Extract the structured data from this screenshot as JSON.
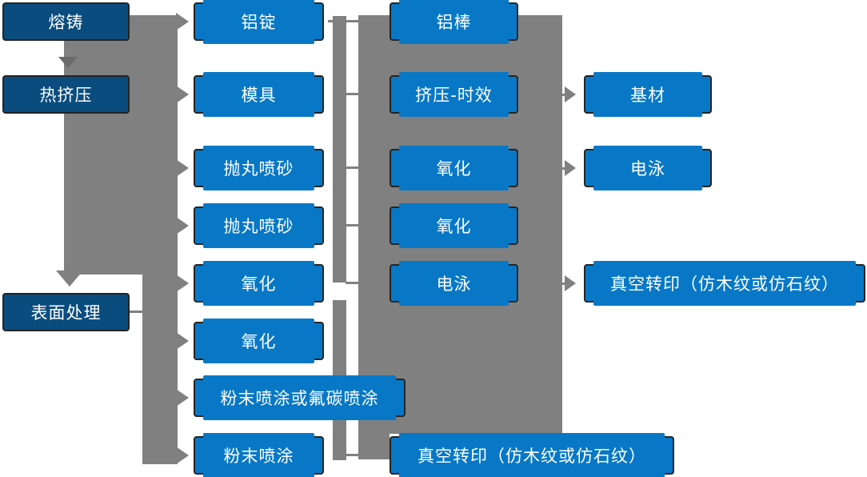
{
  "diagram": {
    "type": "flowchart",
    "nodes": [
      {
        "id": "melting-casting",
        "label": "熔铸"
      },
      {
        "id": "hot-extrusion",
        "label": "热挤压"
      },
      {
        "id": "surface-treatment",
        "label": "表面处理"
      },
      {
        "id": "aluminum-ingot",
        "label": "铝锭"
      },
      {
        "id": "mold",
        "label": "模具"
      },
      {
        "id": "shot-blasting-sandblasting-1",
        "label": "抛丸喷砂"
      },
      {
        "id": "shot-blasting-sandblasting-2",
        "label": "抛丸喷砂"
      },
      {
        "id": "oxidation-1",
        "label": "氧化"
      },
      {
        "id": "oxidation-2",
        "label": "氧化"
      },
      {
        "id": "powder-or-fluorocarbon-coating",
        "label": "粉末喷涂或氟碳喷涂"
      },
      {
        "id": "powder-coating",
        "label": "粉末喷涂"
      },
      {
        "id": "aluminum-rod",
        "label": "铝棒"
      },
      {
        "id": "extrusion-aging",
        "label": "挤压-时效"
      },
      {
        "id": "oxidation-3",
        "label": "氧化"
      },
      {
        "id": "oxidation-4",
        "label": "氧化"
      },
      {
        "id": "electrophoresis-1",
        "label": "电泳"
      },
      {
        "id": "vacuum-transfer-print-bottom",
        "label": "真空转印（仿木纹或仿石纹）"
      },
      {
        "id": "base-material",
        "label": "基材"
      },
      {
        "id": "electrophoresis-2",
        "label": "电泳"
      },
      {
        "id": "vacuum-transfer-print-right",
        "label": "真空转印（仿木纹或仿石纹）"
      }
    ],
    "colors": {
      "navy": "#0a4c7e",
      "blue": "#0878c6",
      "connector": "#808080",
      "connector_dark": "#6b6b6b",
      "border": "#242424",
      "text": "#ffffff",
      "background": "#ffffff"
    }
  }
}
